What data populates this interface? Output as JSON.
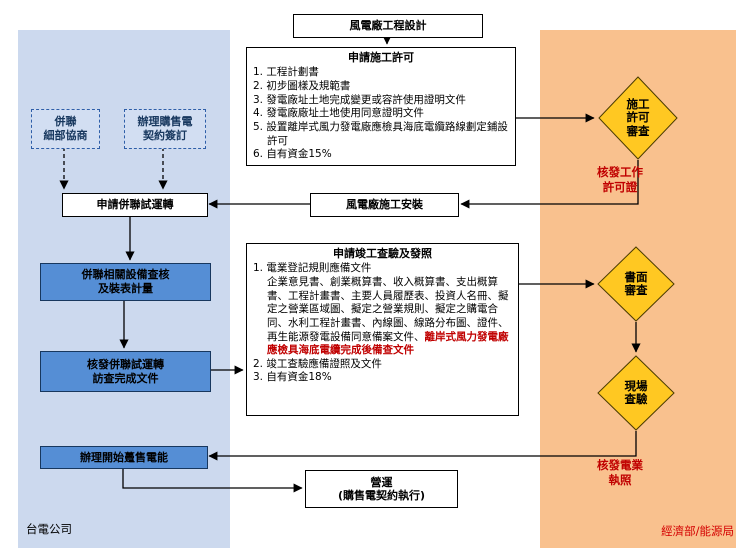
{
  "colors": {
    "panel_blue": "#ccd9ee",
    "panel_orange": "#f9c18e",
    "process_blue": "#558ed5",
    "process_blue_border": "#17375e",
    "dashed_blue_fill": "#d2def2",
    "dashed_blue_border": "#2e5ea8",
    "diamond_yellow": "#ffc822",
    "red_text": "#c00000",
    "moea_red": "#d40000",
    "navy_text": "#17375e"
  },
  "lanes": {
    "taipower": {
      "label": "台電公司"
    },
    "moea": {
      "label": "經濟部/能源局"
    }
  },
  "nodes": {
    "design": {
      "label": "風電廠工程設計"
    },
    "construction_permit": {
      "title": "申請施工許可",
      "items": [
        "1. 工程計劃書",
        "2. 初步圖樣及規範書",
        "3. 發電廠址土地完成變更或容許使用證明文件",
        "4. 發電廠廠址土地使用同意證明文件",
        "5. 設置離岸式風力發電廠應檢具海底電纜路線劃定鋪設許可",
        "6. 自有資金15%"
      ]
    },
    "permit_review": {
      "label": "施工\n許可\n審查"
    },
    "work_permit_note": {
      "label": "核發工作\n許可證"
    },
    "installation": {
      "label": "風電廠施工安裝"
    },
    "detail_negotiation": {
      "label": "併聯\n細部協商"
    },
    "ppa_signing": {
      "label": "辦理購售電\n契約簽訂"
    },
    "trial_run_apply": {
      "label": "申請併聯試運轉"
    },
    "equipment_check": {
      "label": "併聯相關設備查核\n及裝表計量"
    },
    "trial_run_doc": {
      "label": "核發併聯試運轉\n訪查完成文件"
    },
    "completion": {
      "title": "申請竣工查驗及發照",
      "item1_label": "1. 電業登記規則應備文件",
      "item1_detail": "企業意見書、創業概算書、收入概算書、支出概算書、工程計畫書、主要人員履歷表、投資人名冊、擬定之營業區域圖、擬定之營業規則、擬定之購電合同、水利工程計畫書、內線圖、線路分布圖、證件、再生能源發電設備同意備案文件、",
      "item1_detail_red": "離岸式風力發電廠應檢具海底電纜完成後備查文件",
      "item2": "2. 竣工查驗應備證照及文件",
      "item3": "3. 自有資金18%"
    },
    "document_review": {
      "label": "書面\n審查"
    },
    "site_inspection": {
      "label": "現場\n查驗"
    },
    "license_note": {
      "label": "核發電業\n執照"
    },
    "wholesale_start": {
      "label": "辦理開始躉售電能"
    },
    "operation": {
      "label": "營運\n(購售電契約執行)"
    }
  }
}
